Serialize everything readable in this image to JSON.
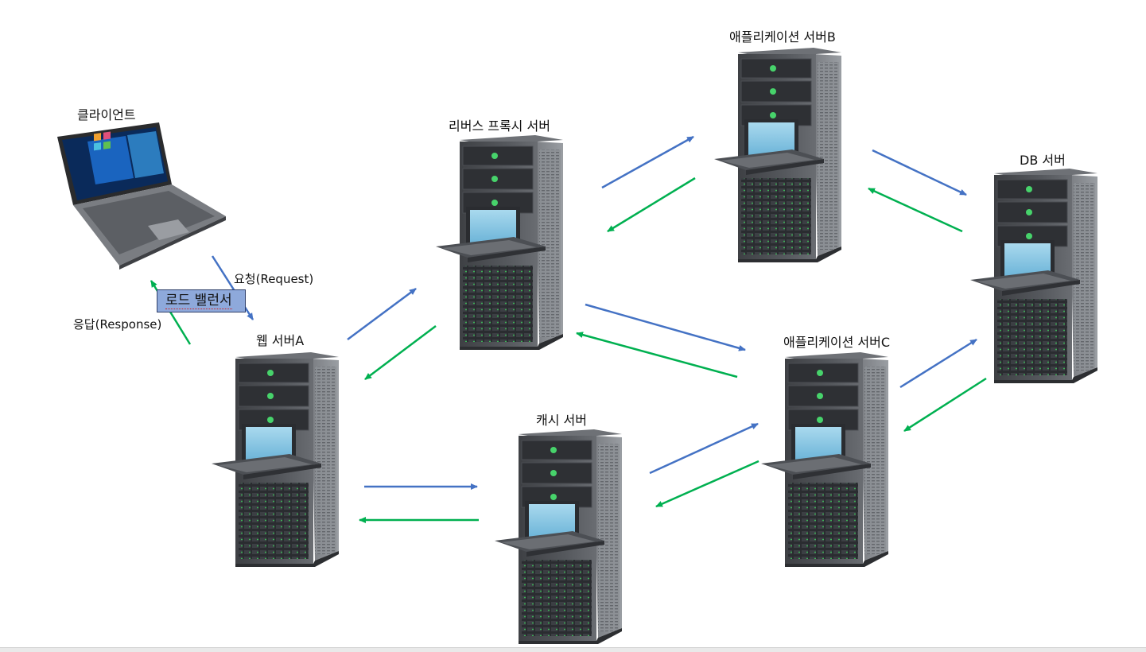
{
  "diagram": {
    "nodes": {
      "client": "클라이언트",
      "load_balancer": "로드 밸런서",
      "web_server_a": "웹 서버A",
      "reverse_proxy": "리버스 프록시 서버",
      "app_server_b": "애플리케이션 서버B",
      "app_server_c": "애플리케이션 서버C",
      "cache_server": "캐시 서버",
      "db_server": "DB 서버"
    },
    "edge_labels": {
      "request": "요청(Request)",
      "response": "응답(Response)"
    },
    "colors": {
      "request_arrow": "#4472c4",
      "response_arrow": "#00b050",
      "load_balancer_fill": "#8ea9db"
    }
  }
}
